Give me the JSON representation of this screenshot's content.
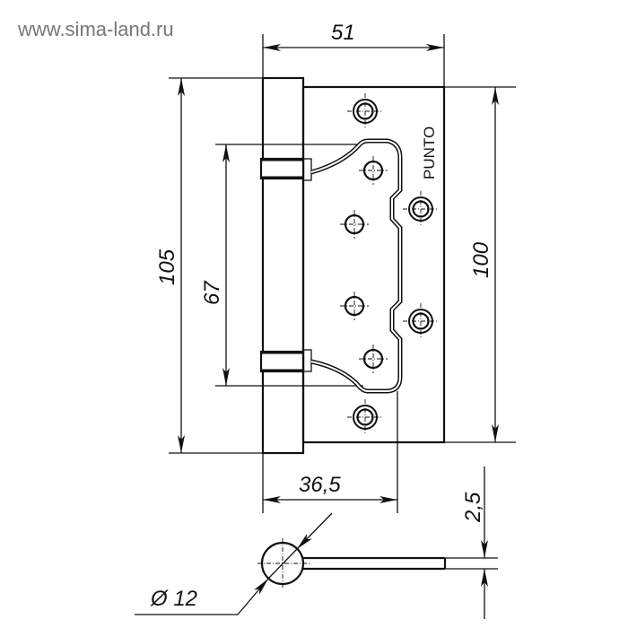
{
  "watermark": "www.sima-land.ru",
  "brand": "PUNTO",
  "dimensions": {
    "width_total": "51",
    "height_total": "105",
    "leaf_height": "100",
    "knuckle_spacing": "67",
    "leaf_width": "36,5",
    "thickness": "2,5",
    "diameter": "Ø 12"
  },
  "colors": {
    "line": "#111111",
    "watermark": "#777777"
  }
}
